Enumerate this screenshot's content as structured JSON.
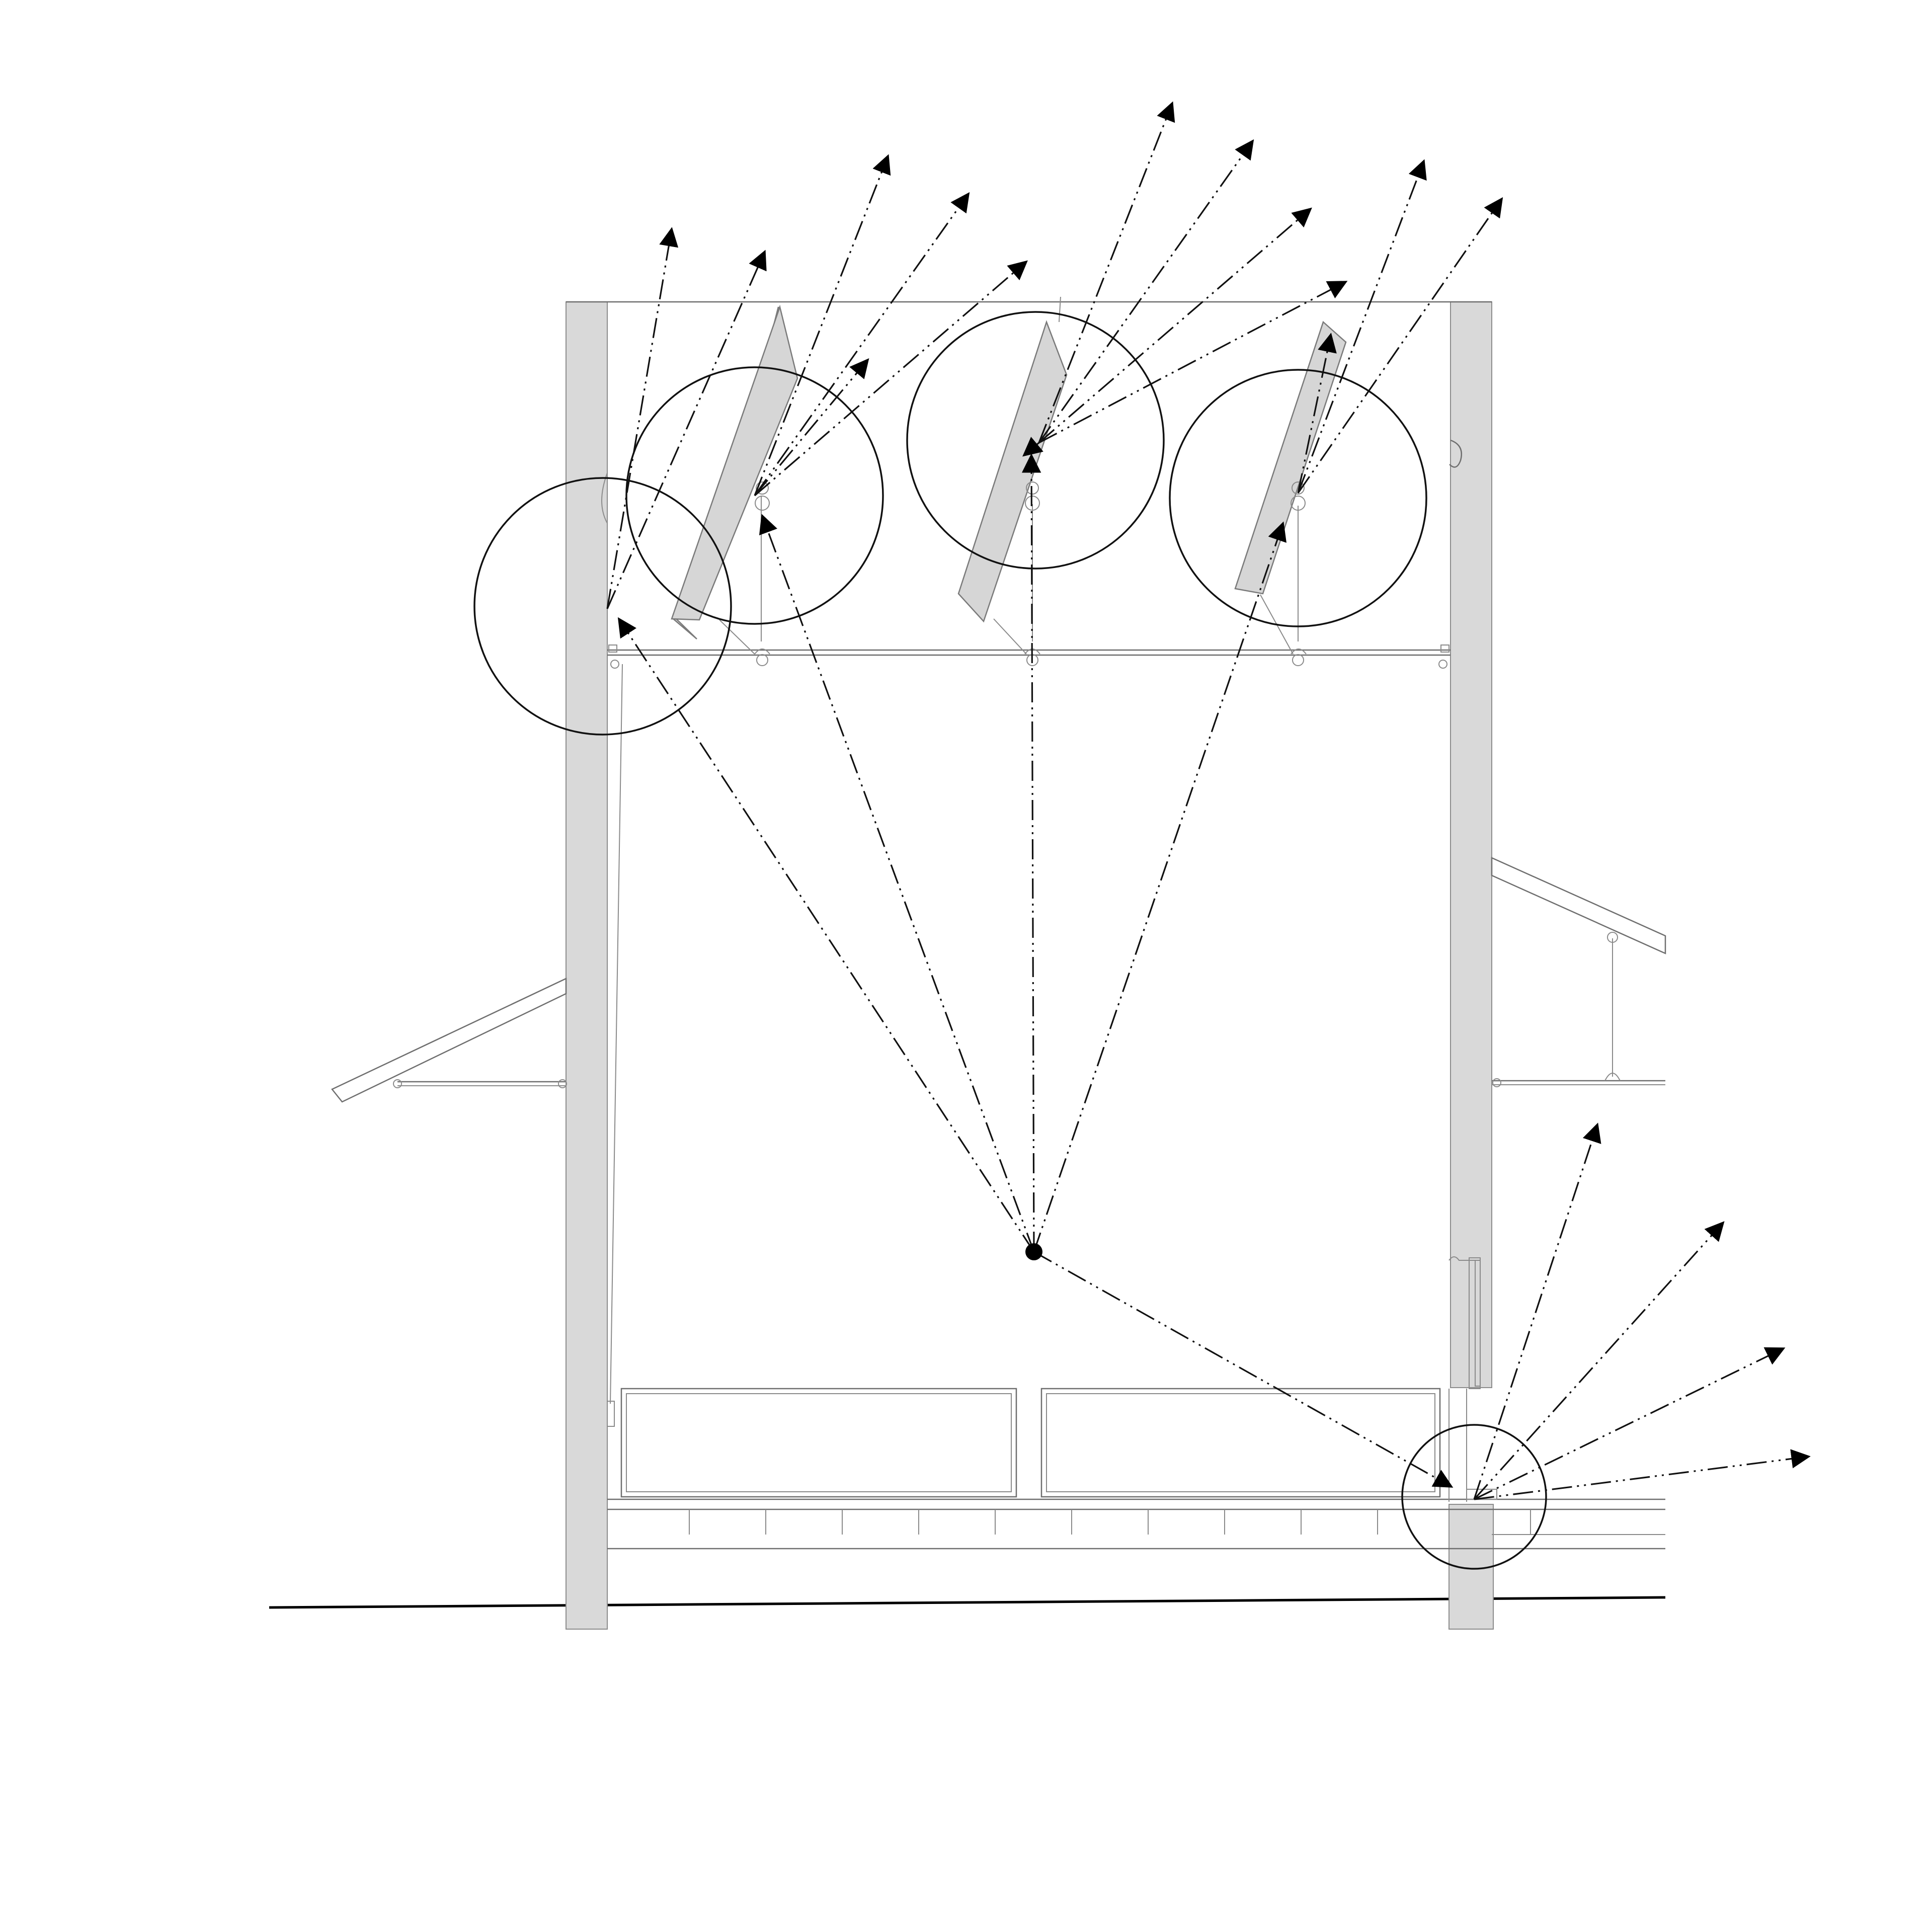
{
  "diagram": {
    "kind": "architectural-section",
    "subject": "light-reflection-section",
    "elements": {
      "walls": [
        "left-wall",
        "right-wall"
      ],
      "reflector_panels": 3,
      "detail_circles": 5,
      "light_source": 1,
      "floor_bays": 2
    },
    "colors": {
      "line": "#111111",
      "wall_fill": "#d9d9d9",
      "panel_fill": "#d6d6d6",
      "background": "#ffffff"
    }
  }
}
